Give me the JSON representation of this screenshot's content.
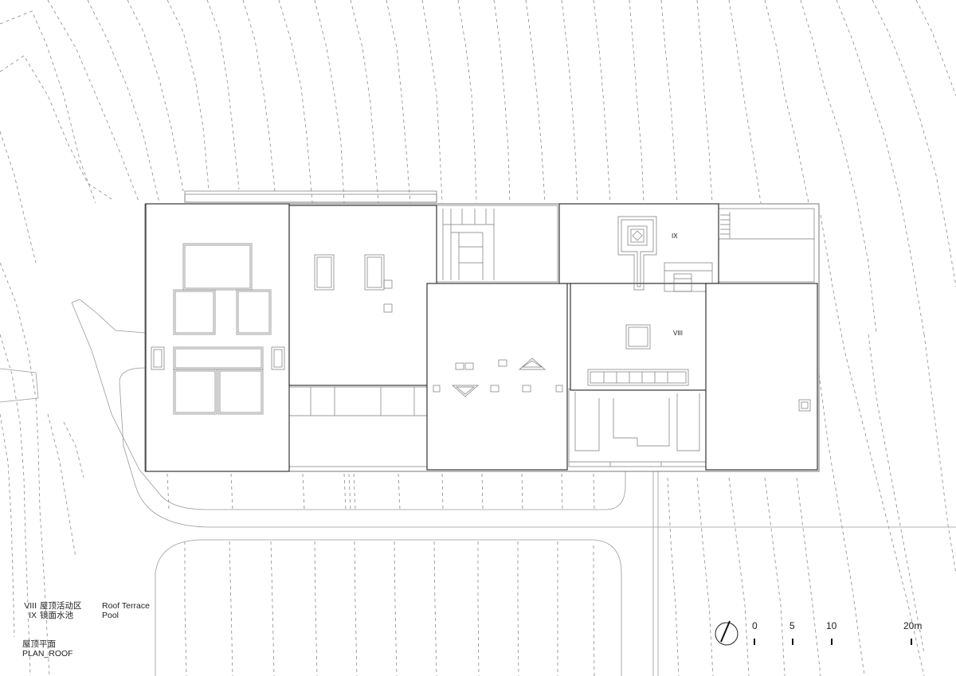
{
  "legend": {
    "items": [
      {
        "num": "VIII",
        "cn": "屋顶活动区",
        "en": "Roof Terrace"
      },
      {
        "num": "IX",
        "cn": "镜面水池",
        "en": "Pool"
      }
    ],
    "title_cn": "屋顶平面",
    "title_en": "PLAN_ROOF"
  },
  "room_labels": {
    "ix": "IX",
    "viii": "VIII"
  },
  "scale": {
    "labels": [
      "0",
      "5",
      "10",
      "20m"
    ]
  },
  "icons": {
    "north": "north-arrow-icon"
  }
}
